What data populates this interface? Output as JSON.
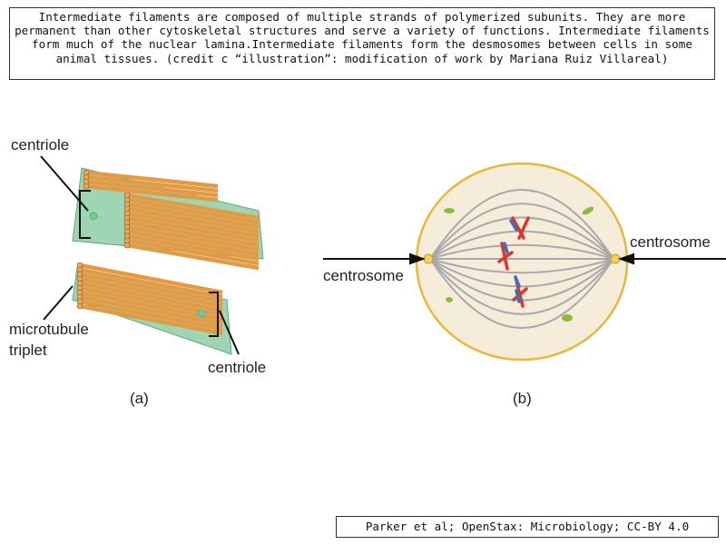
{
  "caption": "Intermediate filaments are composed of multiple strands of polymerized subunits. They are more permanent than other cytoskeletal structures and serve a variety of functions. Intermediate filaments form much of the nuclear lamina.Intermediate filaments form the desmosomes between cells in some animal tissues. (credit c “illustration”: modification of work by Mariana Ruiz Villareal)",
  "credit": "Parker et al; OpenStax: Microbiology; CC-BY 4.0",
  "panel_a": {
    "label": "(a)",
    "centriole_top": "centriole",
    "microtubule_line1": "microtubule",
    "microtubule_line2": "triplet",
    "centriole_bottom": "centriole"
  },
  "panel_b": {
    "label": "(b)",
    "centrosome_left": "centrosome",
    "centrosome_right": "centrosome"
  },
  "colors": {
    "rod": "#e39a45",
    "plane": "#9fd5b3",
    "cell_fill": "#f6ecda",
    "cell_border": "#e8b83a",
    "chrom_red": "#d9372b",
    "chrom_blue": "#3a6fc4"
  }
}
